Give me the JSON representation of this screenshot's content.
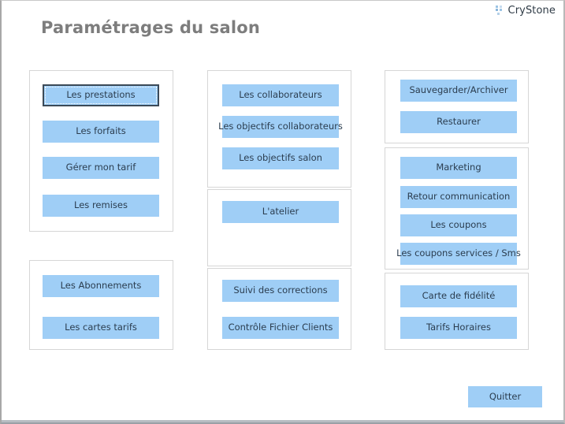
{
  "brand": {
    "name": "CryStone",
    "logo_icon": "crystone-dots-logo-icon",
    "accent_color": "#9cc4e4"
  },
  "header": {
    "title": "Paramétrages du salon",
    "title_color": "#7d7d7d"
  },
  "theme": {
    "button_fill": "#9fcef6",
    "button_text": "#2b3d4f",
    "panel_border": "#d6d6d6",
    "page_background": "#ffffff",
    "focus_border": "#3c4a57"
  },
  "panels": [
    {
      "id": "prestations-panel",
      "column": 1,
      "buttons": [
        {
          "label": "Les prestations",
          "name": "les-prestations-button",
          "focused": true
        },
        {
          "label": "Les forfaits",
          "name": "les-forfaits-button",
          "focused": false
        },
        {
          "label": "Gérer mon tarif",
          "name": "gerer-mon-tarif-button",
          "focused": false
        },
        {
          "label": "Les remises",
          "name": "les-remises-button",
          "focused": false
        }
      ]
    },
    {
      "id": "abonnements-panel",
      "column": 1,
      "buttons": [
        {
          "label": "Les Abonnements",
          "name": "les-abonnements-button",
          "focused": false
        },
        {
          "label": "Les cartes tarifs",
          "name": "les-cartes-tarifs-button",
          "focused": false
        }
      ]
    },
    {
      "id": "collaborateurs-panel",
      "column": 2,
      "buttons": [
        {
          "label": "Les collaborateurs",
          "name": "les-collaborateurs-button",
          "focused": false
        },
        {
          "label": "Les objectifs collaborateurs",
          "name": "les-objectifs-collaborateurs-button",
          "focused": false
        },
        {
          "label": "Les objectifs salon",
          "name": "les-objectifs-salon-button",
          "focused": false
        }
      ]
    },
    {
      "id": "atelier-panel",
      "column": 2,
      "buttons": [
        {
          "label": "L'atelier",
          "name": "latelier-button",
          "focused": false
        }
      ]
    },
    {
      "id": "corrections-panel",
      "column": 2,
      "buttons": [
        {
          "label": "Suivi des corrections",
          "name": "suivi-des-corrections-button",
          "focused": false
        },
        {
          "label": "Contrôle Fichier Clients",
          "name": "controle-fichier-clients-button",
          "focused": false
        }
      ]
    },
    {
      "id": "sauvegarde-panel",
      "column": 3,
      "buttons": [
        {
          "label": "Sauvegarder/Archiver",
          "name": "sauvegarder-archiver-button",
          "focused": false
        },
        {
          "label": "Restaurer",
          "name": "restaurer-button",
          "focused": false
        }
      ]
    },
    {
      "id": "marketing-panel",
      "column": 3,
      "buttons": [
        {
          "label": "Marketing",
          "name": "marketing-button",
          "focused": false
        },
        {
          "label": "Retour communication",
          "name": "retour-communication-button",
          "focused": false
        },
        {
          "label": "Les coupons",
          "name": "les-coupons-button",
          "focused": false
        },
        {
          "label": "Les coupons services / Sms",
          "name": "les-coupons-services-sms-button",
          "focused": false
        }
      ]
    },
    {
      "id": "fidelite-panel",
      "column": 3,
      "buttons": [
        {
          "label": "Carte de fidélité",
          "name": "carte-de-fidelite-button",
          "focused": false
        },
        {
          "label": "Tarifs Horaires",
          "name": "tarifs-horaires-button",
          "focused": false
        }
      ]
    }
  ],
  "footer": {
    "quit_label": "Quitter"
  }
}
